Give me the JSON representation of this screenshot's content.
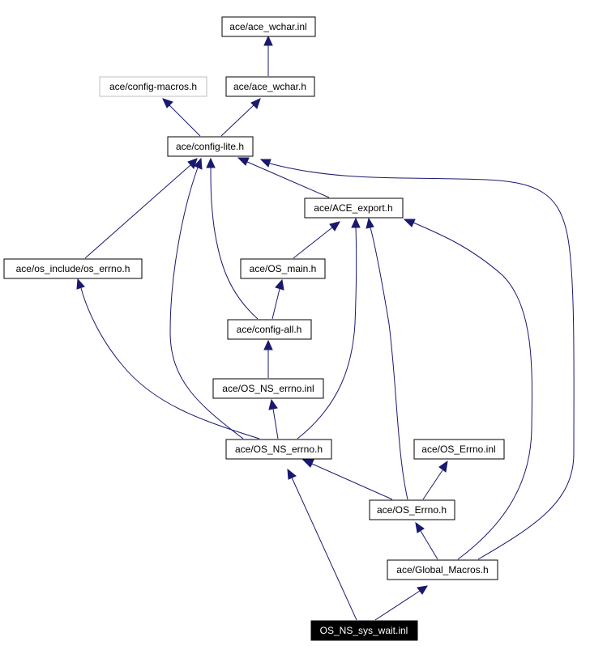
{
  "diagram": {
    "nodes": {
      "ace_wchar_inl": {
        "label": "ace/ace_wchar.inl",
        "style": "normal"
      },
      "config_macros": {
        "label": "ace/config-macros.h",
        "style": "muted"
      },
      "ace_wchar_h": {
        "label": "ace/ace_wchar.h",
        "style": "normal"
      },
      "config_lite": {
        "label": "ace/config-lite.h",
        "style": "normal"
      },
      "ace_export": {
        "label": "ace/ACE_export.h",
        "style": "normal"
      },
      "os_include_errno": {
        "label": "ace/os_include/os_errno.h",
        "style": "normal"
      },
      "os_main": {
        "label": "ace/OS_main.h",
        "style": "normal"
      },
      "config_all": {
        "label": "ace/config-all.h",
        "style": "normal"
      },
      "os_ns_errno_inl": {
        "label": "ace/OS_NS_errno.inl",
        "style": "normal"
      },
      "os_ns_errno_h": {
        "label": "ace/OS_NS_errno.h",
        "style": "normal"
      },
      "os_errno_inl": {
        "label": "ace/OS_Errno.inl",
        "style": "normal"
      },
      "os_errno_h": {
        "label": "ace/OS_Errno.h",
        "style": "normal"
      },
      "global_macros": {
        "label": "ace/Global_Macros.h",
        "style": "normal"
      },
      "os_ns_sys_wait": {
        "label": "OS_NS_sys_wait.inl",
        "style": "focus"
      }
    }
  }
}
